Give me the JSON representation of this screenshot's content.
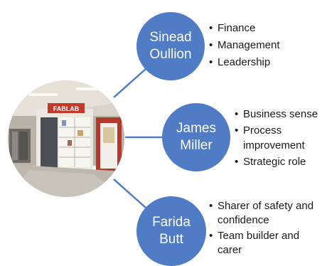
{
  "colors": {
    "node_fill": "#4f7cc4",
    "connector": "#4f7cc4",
    "text": "#1a1a1a"
  },
  "photo": {
    "subject": "corridor storefront photo",
    "sign_text": "FABLAB"
  },
  "people": [
    {
      "first_name": "Sinead",
      "last_name": "Oullion",
      "traits": [
        "Finance",
        "Management",
        "Leadership"
      ]
    },
    {
      "first_name": "James",
      "last_name": "Miller",
      "traits": [
        "Business sense",
        "Process improvement",
        "Strategic role"
      ]
    },
    {
      "first_name": "Farida",
      "last_name": "Butt",
      "traits": [
        "Sharer of safety and confidence",
        "Team builder and carer"
      ]
    }
  ]
}
